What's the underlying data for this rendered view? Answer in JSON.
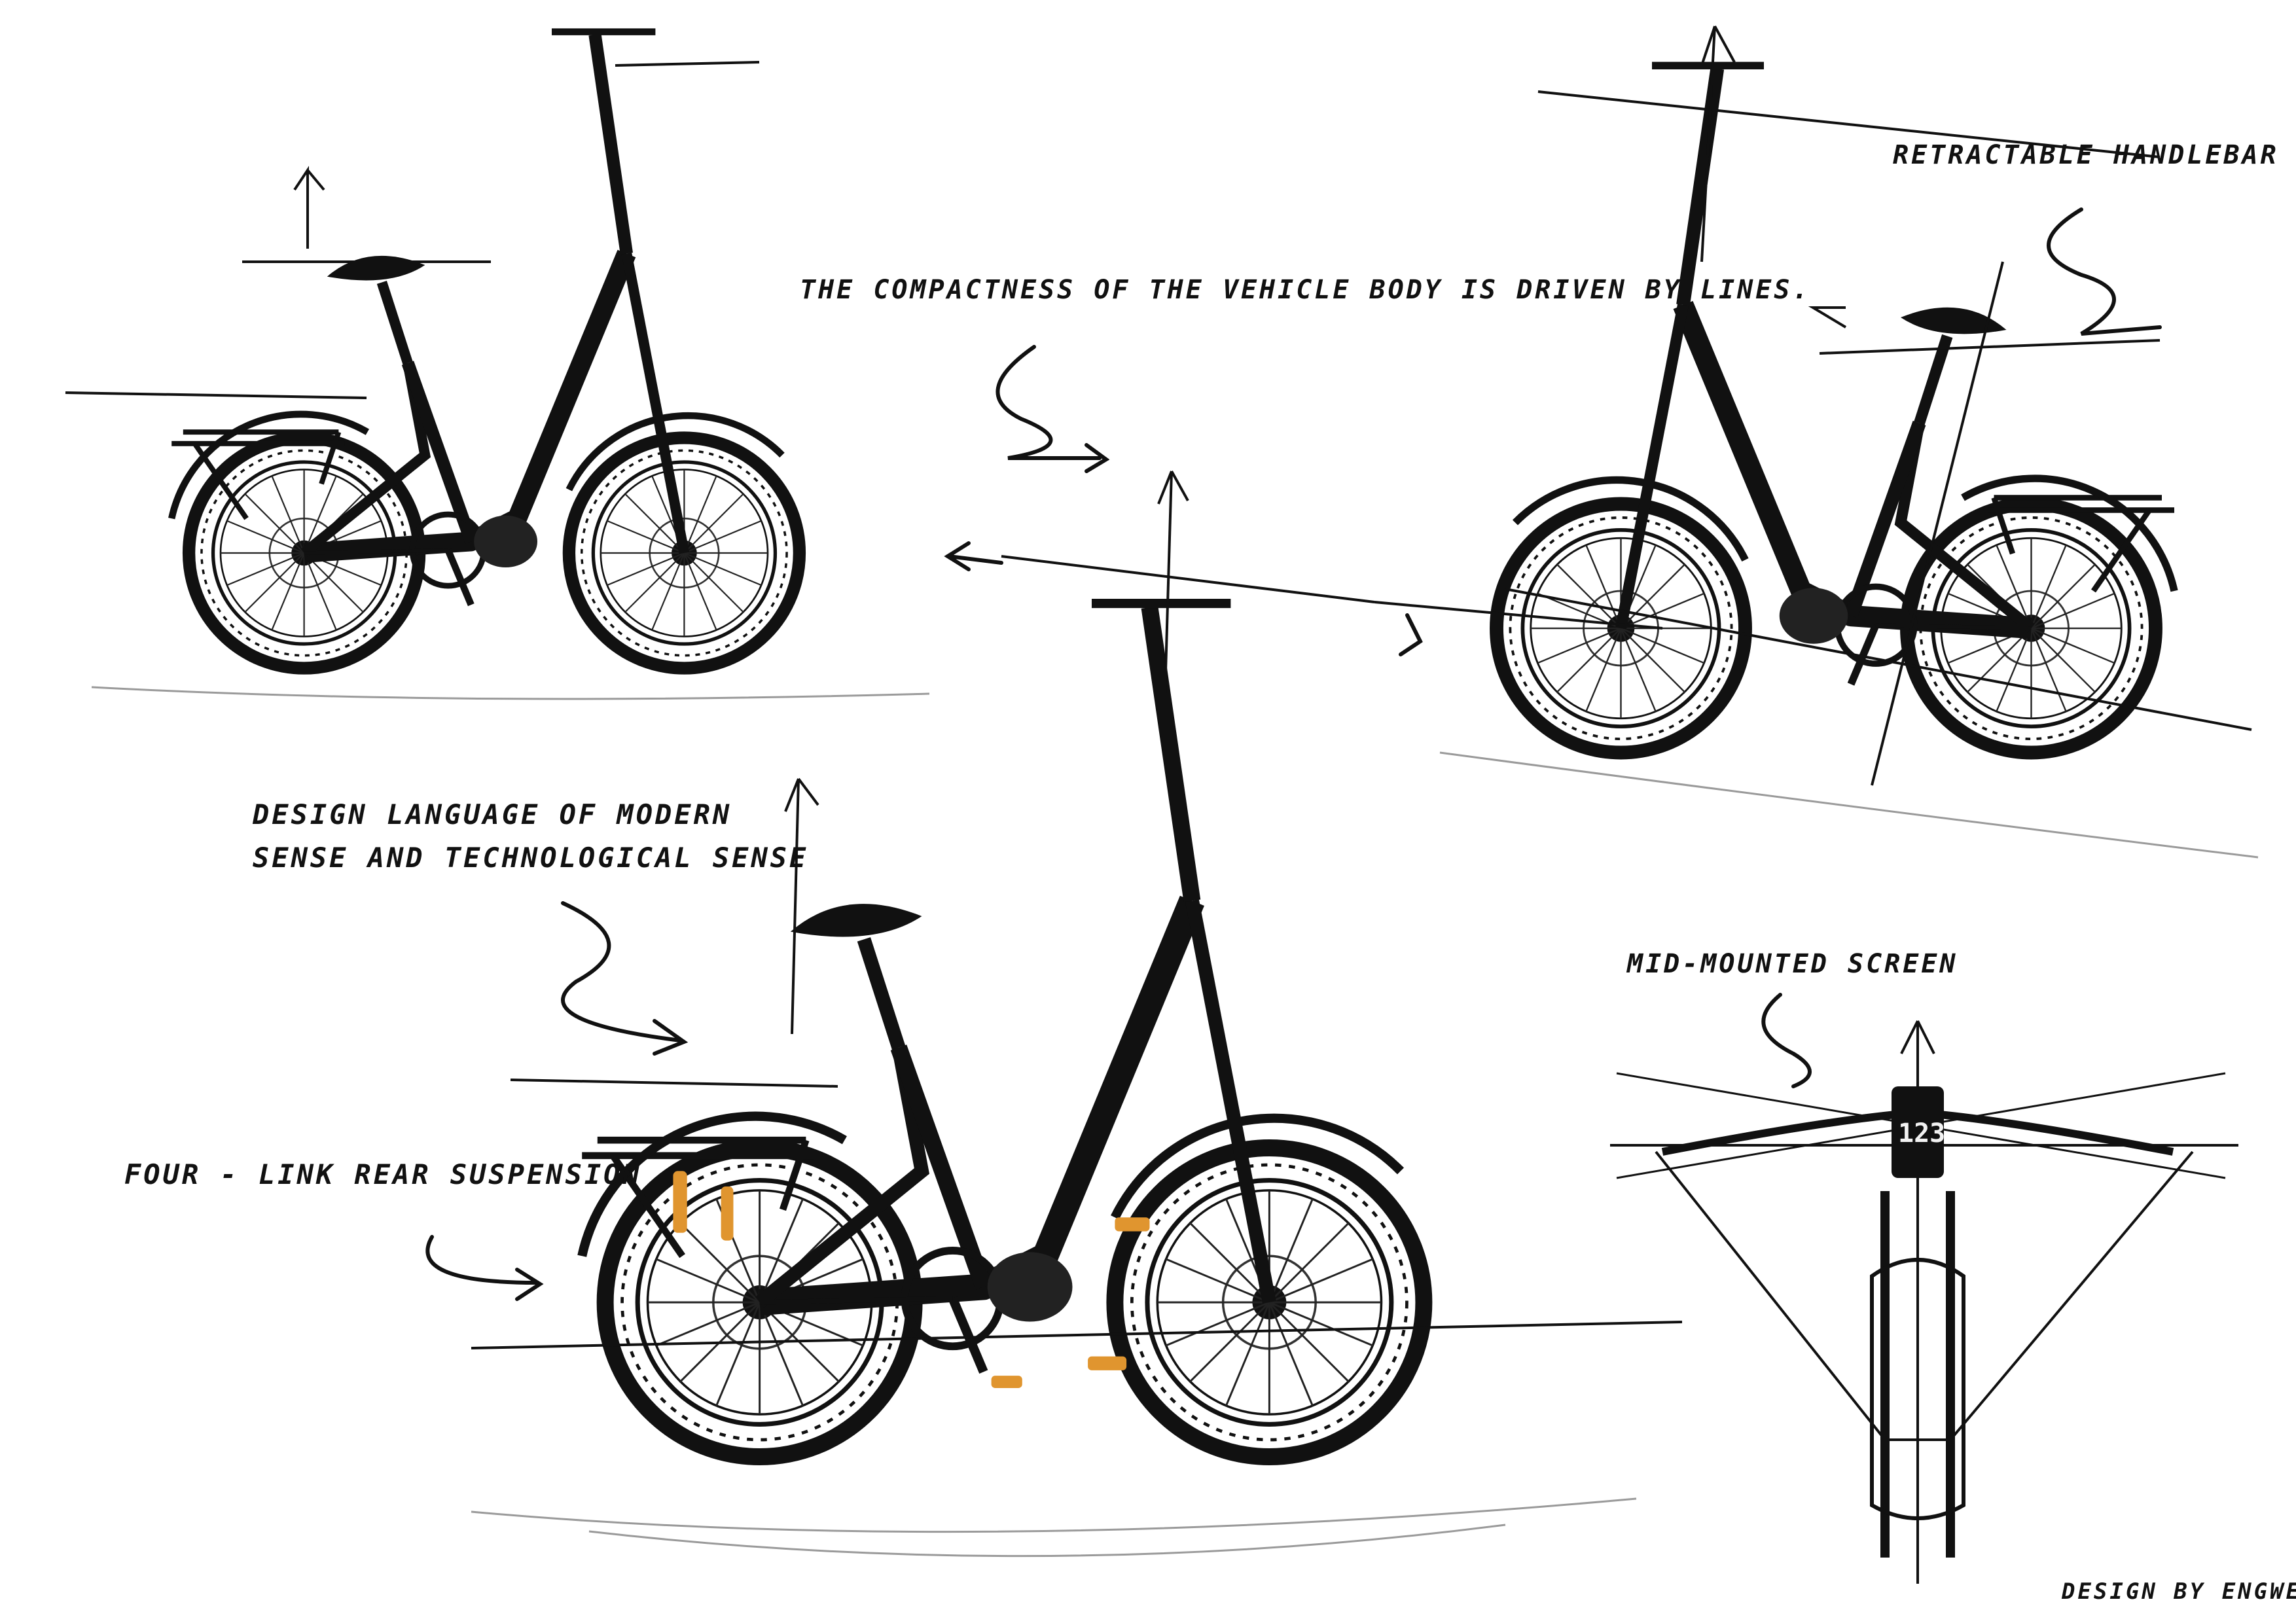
{
  "annotations": {
    "compactness": "THE COMPACTNESS OF THE VEHICLE BODY IS DRIVEN BY LINES.",
    "retractable": "RETRACTABLE HANDLEBAR",
    "design_language": [
      "DESIGN LANGUAGE OF MODERN",
      "SENSE AND TECHNOLOGICAL SENSE"
    ],
    "rear_suspension": "FOUR - LINK REAR SUSPENSION",
    "mid_screen": "MID-MOUNTED SCREEN",
    "credit": "DESIGN BY ENGWE"
  },
  "screen_readout": "123",
  "colors": {
    "ink": "#111111",
    "paper": "#ffffff",
    "accent_orange": "#e0952f",
    "shade": "#cfcfcf"
  },
  "icons": [
    "sketch-bike-side-view",
    "sketch-bike-rear-view",
    "sketch-bike-three-quarter-view",
    "sketch-handlebar-top-view",
    "squiggle-arrow"
  ]
}
